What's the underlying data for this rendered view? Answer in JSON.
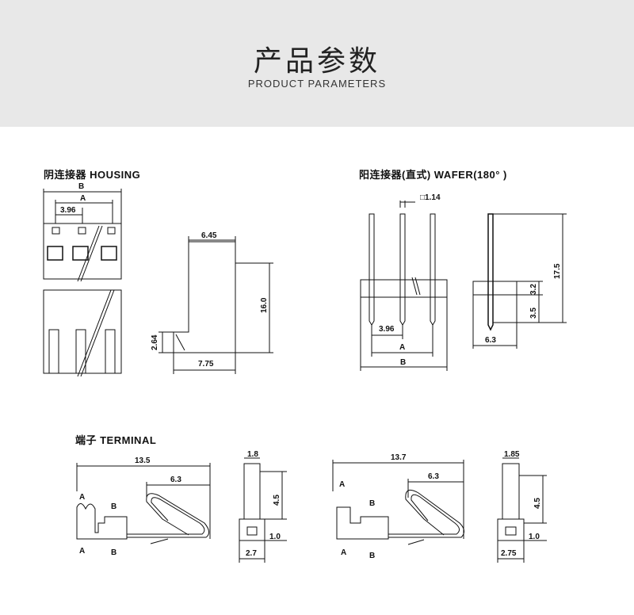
{
  "header": {
    "title_cn": "产品参数",
    "title_en": "PRODUCT PARAMETERS"
  },
  "sections": {
    "housing": {
      "title": "阴连接器 HOUSING",
      "dims": {
        "b": "B",
        "a": "A",
        "pitch": "3.96",
        "width": "6.45",
        "height": "16.0",
        "step": "2.64",
        "depth": "7.75"
      }
    },
    "wafer": {
      "title": "阳连接器(直式) WAFER(180° )",
      "dims": {
        "pin": "□1.14",
        "total": "17.5",
        "upper": "3.2",
        "lower": "3.5",
        "pitch": "3.96",
        "a": "A",
        "b": "B",
        "base": "6.3"
      }
    },
    "terminal": {
      "title": "端子 TERMINAL",
      "left": {
        "length": "13.5",
        "spring": "6.3",
        "width_top": "1.8",
        "h": "4.5",
        "base": "1.0",
        "width_bot": "2.7",
        "a1": "A",
        "b1": "B",
        "a2": "A",
        "b2": "B"
      },
      "right": {
        "length": "13.7",
        "spring": "6.3",
        "width_top": "1.85",
        "h": "4.5",
        "base": "1.0",
        "width_bot": "2.75",
        "a1": "A",
        "b1": "B",
        "a2": "A",
        "b2": "B"
      }
    }
  }
}
